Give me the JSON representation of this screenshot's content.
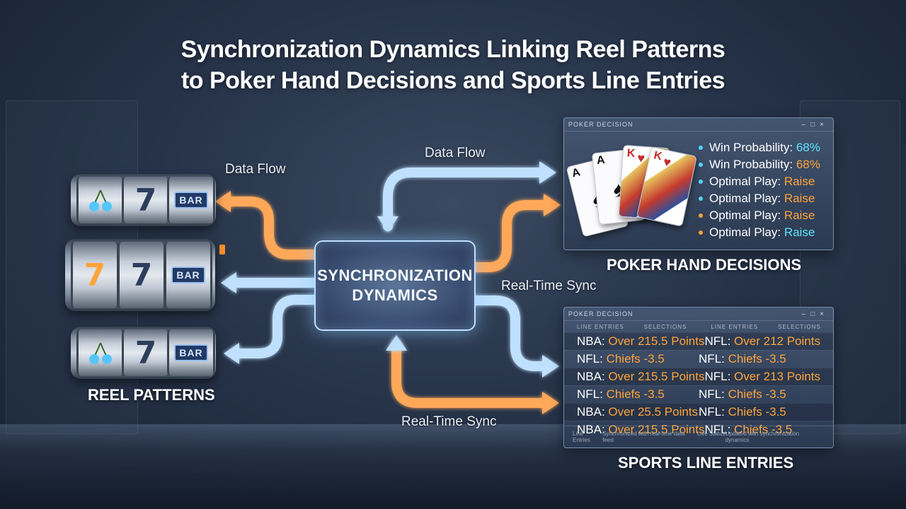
{
  "title": {
    "line1": "Synchronization Dynamics Linking Reel Patterns",
    "line2": "to Poker Hand Decisions and Sports Line Entries"
  },
  "core_node": {
    "line1": "SYNCHRONIZATION",
    "line2": "DYNAMICS"
  },
  "flow_labels": {
    "data_flow_left": "Data Flow",
    "data_flow_top": "Data Flow",
    "real_time_sync_right": "Real-Time Sync",
    "real_time_sync_bottom": "Real-Time Sync"
  },
  "section_labels": {
    "reels": "REEL PATTERNS",
    "poker": "POKER HAND DECISIONS",
    "sports": "SPORTS LINE ENTRIES"
  },
  "reel_symbols": {
    "seven": "7",
    "bar": "BAR",
    "cherry_icon": "cherry-icon"
  },
  "poker_window": {
    "title": "POKER DECISION",
    "controls": "–□×",
    "cards": [
      {
        "rank": "A",
        "suit": "♠"
      },
      {
        "rank": "A",
        "suit": "♠"
      },
      {
        "rank": "K",
        "suit": "♥"
      },
      {
        "rank": "K",
        "suit": "♥"
      }
    ],
    "stats": [
      {
        "label": "Win Probability: ",
        "value": "68%",
        "dot_color": "#4fd6ff",
        "value_color": "#5fe3ff"
      },
      {
        "label": "Win Probability: ",
        "value": "68%",
        "dot_color": "#4fd6ff",
        "value_color": "#ffa33a"
      },
      {
        "label": "Optimal Play: ",
        "value": "Raise",
        "dot_color": "#4fd6ff",
        "value_color": "#ffa33a"
      },
      {
        "label": "Optimal Play: ",
        "value": "Raise",
        "dot_color": "#4fd6ff",
        "value_color": "#ffa33a"
      },
      {
        "label": "Optimal Play: ",
        "value": "Raise",
        "dot_color": "#ffa33a",
        "value_color": "#ffa33a"
      },
      {
        "label": "Optimal Play: ",
        "value": "Raise",
        "dot_color": "#ffa33a",
        "value_color": "#5fe3ff"
      }
    ]
  },
  "sports_window": {
    "title": "POKER DECISION",
    "controls": "–□×",
    "headers": [
      "LINE ENTRIES",
      "SELECTIONS",
      "LINE ENTRIES",
      "SELECTIONS"
    ],
    "rows": [
      [
        {
          "league": "NBA: ",
          "line": "Over 215.5 Points"
        },
        {
          "league": "NFL: ",
          "line": "Over 212 Points"
        }
      ],
      [
        {
          "league": "NFL: ",
          "line": "Chiefs -3.5"
        },
        {
          "league": "NFL: ",
          "line": "Chiefs -3.5"
        }
      ],
      [
        {
          "league": "NBA: ",
          "line": "Over 215.5 Points"
        },
        {
          "league": "NFL: ",
          "line": "Over 213 Points"
        }
      ],
      [
        {
          "league": "NFL: ",
          "line": "Chiefs -3.5"
        },
        {
          "league": "NFL: ",
          "line": "Chiefs -3.5"
        }
      ],
      [
        {
          "league": "NBA: ",
          "line": "Over 25.5 Points"
        },
        {
          "league": "NFL: ",
          "line": "Chiefs -3.5"
        }
      ],
      [
        {
          "league": "NBA: ",
          "line": "Over 215.5 Points"
        },
        {
          "league": "NFL: ",
          "line": "Chiefs -3.5"
        }
      ]
    ],
    "footer": [
      "Line Entries",
      "Synchronized with real-time data feed",
      "Live Status",
      "Updated with synchronization dynamics"
    ]
  },
  "colors": {
    "blue_flow": "#bfe0ff",
    "orange_flow": "#ffa85a",
    "accent_orange": "#ffa33a",
    "accent_cyan": "#5fe3ff"
  }
}
